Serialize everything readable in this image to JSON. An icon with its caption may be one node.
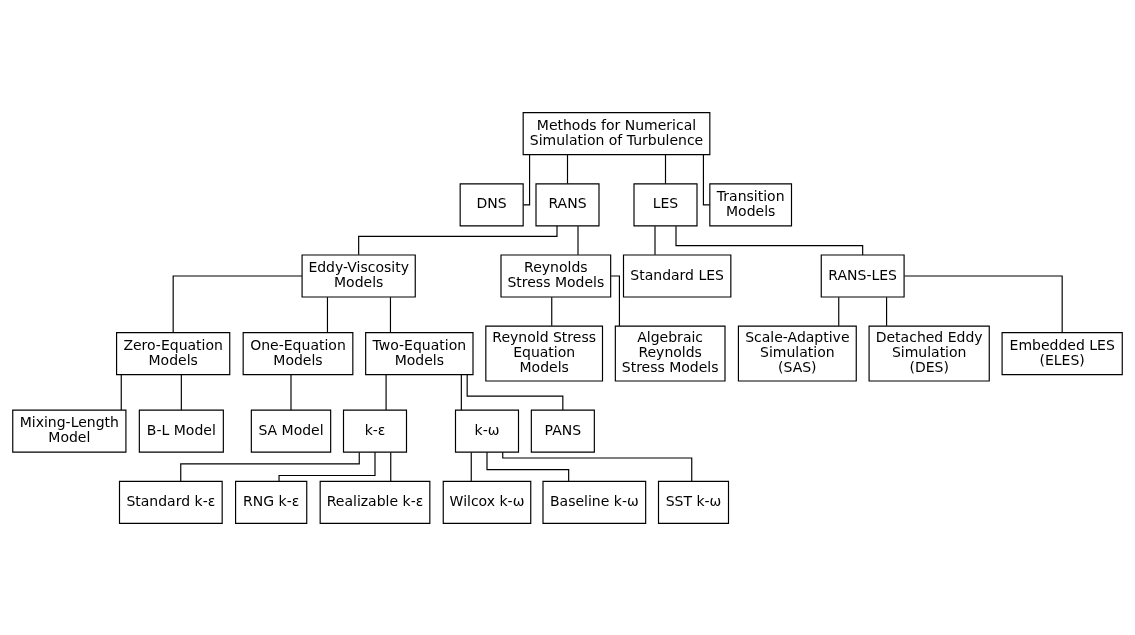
{
  "diagram": {
    "nodes": [
      {
        "text": [
          "Methods for Numerical Simulation of Turbulence"
        ]
      },
      {
        "text": [
          "DNS"
        ]
      },
      {
        "text": [
          "RANS"
        ]
      },
      {
        "text": [
          "LES"
        ]
      },
      {
        "text": [
          "Transition Models"
        ]
      },
      {
        "text": [
          "Eddy-Viscosity Models"
        ]
      },
      {
        "text": [
          "Reynolds Stress Models"
        ]
      },
      {
        "text": [
          "Standard LES"
        ]
      },
      {
        "text": [
          "RANS-LES"
        ]
      },
      {
        "text": [
          "Zero-Equation Models"
        ]
      },
      {
        "text": [
          "One-Equation Models"
        ]
      },
      {
        "text": [
          "Two-Equation Models"
        ]
      },
      {
        "text": [
          "k-ε"
        ]
      },
      {
        "text": [
          "k-ω"
        ]
      },
      {
        "text": [
          "PANS"
        ]
      },
      {
        "text": [
          "Mixing-Length Model"
        ]
      },
      {
        "text": [
          "B-L Model"
        ]
      },
      {
        "text": [
          "SA Model"
        ]
      },
      {
        "text": [
          "Standard k-ε"
        ]
      },
      {
        "text": [
          "RNG k-ε"
        ]
      },
      {
        "text": [
          "Realizable k-ε"
        ]
      },
      {
        "text": [
          "Wilcox k-ω"
        ]
      },
      {
        "text": [
          "Baseline k-ω"
        ]
      },
      {
        "text": [
          "SST k-ω"
        ]
      },
      {
        "text": [
          "Reynold Stress Equation Models"
        ]
      },
      {
        "text": [
          "Algebraic Reynolds Stress Models"
        ]
      },
      {
        "text": [
          "Scale-Adaptive Simulation (SAS)"
        ]
      },
      {
        "text": [
          "Detached Eddy Simulation (DES)"
        ]
      },
      {
        "text": [
          "Embedded LES (ELES)"
        ]
      }
    ],
    "edges": [
      {
        "from": 0,
        "to": 1,
        "arrow": "none"
      },
      {
        "from": 0,
        "to": 2,
        "arrow": "none"
      },
      {
        "from": 0,
        "to": 3,
        "arrow": "none"
      },
      {
        "from": 0,
        "to": 4,
        "arrow": "none"
      },
      {
        "from": 2,
        "to": 5,
        "arrow": "none"
      },
      {
        "from": 2,
        "to": 6,
        "arrow": "none"
      },
      {
        "from": 3,
        "to": 7,
        "arrow": "none"
      },
      {
        "from": 3,
        "to": 8,
        "arrow": "none"
      },
      {
        "from": 5,
        "to": 9,
        "arrow": "none"
      },
      {
        "from": 5,
        "to": 10,
        "arrow": "none"
      },
      {
        "from": 5,
        "to": 11,
        "arrow": "none"
      },
      {
        "from": 11,
        "to": 12,
        "arrow": "none"
      },
      {
        "from": 11,
        "to": 13,
        "arrow": "none"
      },
      {
        "from": 11,
        "to": 14,
        "arrow": "none"
      },
      {
        "from": 9,
        "to": 15,
        "arrow": "none"
      },
      {
        "from": 9,
        "to": 16,
        "arrow": "none"
      },
      {
        "from": 10,
        "to": 17,
        "arrow": "none"
      },
      {
        "from": 12,
        "to": 18,
        "arrow": "none"
      },
      {
        "from": 12,
        "to": 19,
        "arrow": "none"
      },
      {
        "from": 12,
        "to": 20,
        "arrow": "none"
      },
      {
        "from": 13,
        "to": 21,
        "arrow": "none"
      },
      {
        "from": 13,
        "to": 22,
        "arrow": "none"
      },
      {
        "from": 13,
        "to": 23,
        "arrow": "none"
      },
      {
        "from": 6,
        "to": 24,
        "arrow": "none"
      },
      {
        "from": 6,
        "to": 25,
        "arrow": "none"
      },
      {
        "from": 8,
        "to": 26,
        "arrow": "none"
      },
      {
        "from": 8,
        "to": 27,
        "arrow": "none"
      },
      {
        "from": 8,
        "to": 28,
        "arrow": "none"
      }
    ]
  }
}
